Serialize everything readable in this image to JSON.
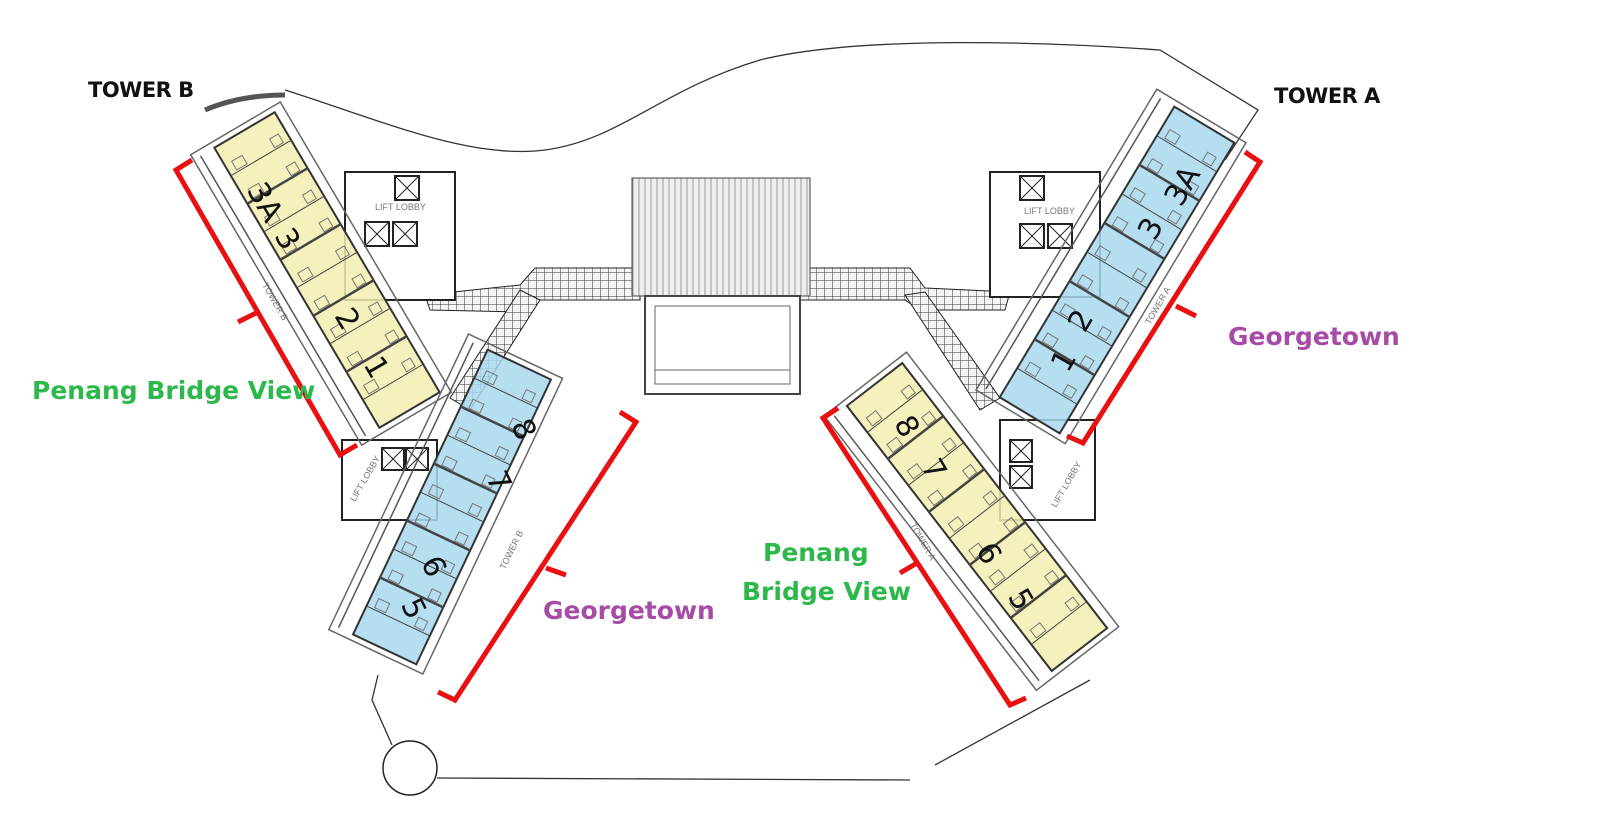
{
  "towers": {
    "tower_b": "TOWER B",
    "tower_a": "TOWER A"
  },
  "views": {
    "penang_bridge_view_left": "Penang Bridge View",
    "penang_bridge_view_center_line1": "Penang",
    "penang_bridge_view_center_line2": "Bridge View",
    "georgetown_right": "Georgetown",
    "georgetown_center": "Georgetown"
  },
  "wings": {
    "tower_b_north": {
      "units": [
        "3A",
        "3",
        "2",
        "1"
      ],
      "color": "#f3efb0"
    },
    "tower_b_south": {
      "units": [
        "8",
        "7",
        "6",
        "5"
      ],
      "color": "#a8d8ef"
    },
    "tower_a_north": {
      "units": [
        "3A",
        "3",
        "2",
        "1"
      ],
      "color": "#a8d8ef"
    },
    "tower_a_south": {
      "units": [
        "8",
        "7",
        "6",
        "5"
      ],
      "color": "#f3efb0"
    }
  },
  "small_labels": {
    "lift_lobby": "LIFT LOBBY",
    "tower_a_tag": "TOWER A",
    "tower_b_tag": "TOWER B"
  },
  "colors": {
    "bracket": "#e81010",
    "view_green": "#2db84c",
    "view_purple": "#a64ca6"
  }
}
